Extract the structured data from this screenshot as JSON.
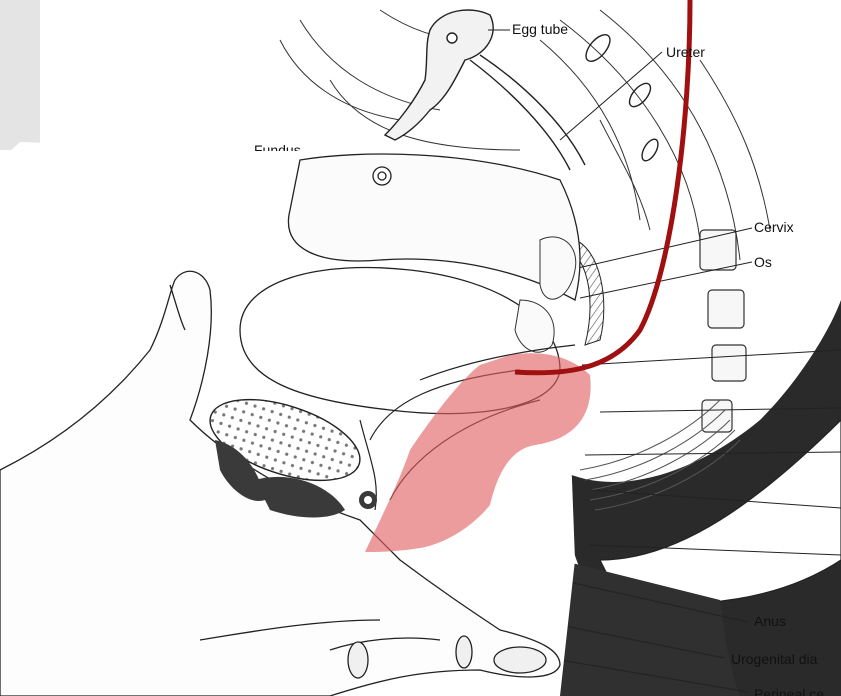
{
  "labels": {
    "egg_tube": "Egg tube",
    "ureter": "Ureter",
    "fundus": "Fundus",
    "cervix": "Cervix",
    "os": "Os",
    "anus": "Anus",
    "urogenital": "Urogenital dia",
    "perineal": "Perineal ce"
  },
  "colors": {
    "catheter": "#a01010",
    "highlight": "#e06060",
    "ink": "#222222",
    "dark_tissue": "#2a2a2a"
  }
}
